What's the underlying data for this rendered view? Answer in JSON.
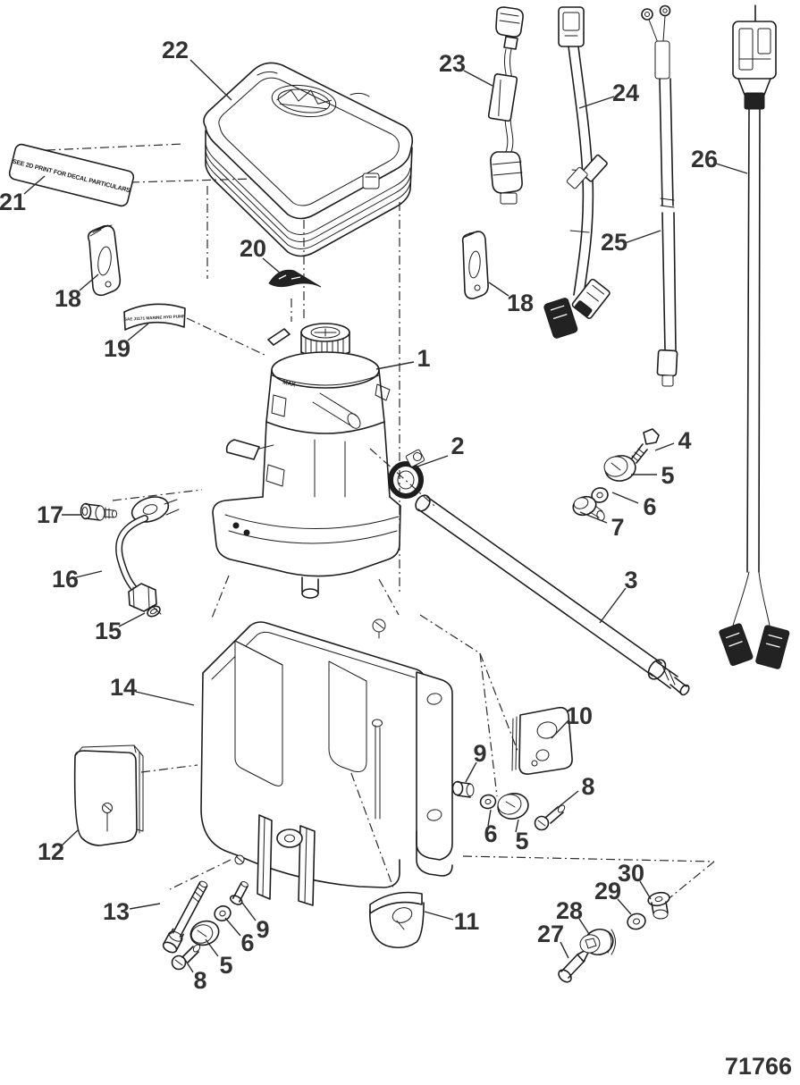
{
  "page": {
    "drawing_number": "71766",
    "background_color": "#ffffff",
    "line_color": "#1d1d1d",
    "callout_color": "#323232"
  },
  "labels": {
    "decal_plate": "SEE 2D PRINT FOR DECAL PARTICULARS",
    "pump_decal": "SAE J1171 MARINE HYD PUMP",
    "max_marking": "MAX"
  },
  "callouts": [
    {
      "n": "22"
    },
    {
      "n": "21"
    },
    {
      "n": "18"
    },
    {
      "n": "19"
    },
    {
      "n": "20"
    },
    {
      "n": "1"
    },
    {
      "n": "23"
    },
    {
      "n": "24"
    },
    {
      "n": "25"
    },
    {
      "n": "18"
    },
    {
      "n": "26"
    },
    {
      "n": "2"
    },
    {
      "n": "4"
    },
    {
      "n": "5"
    },
    {
      "n": "6"
    },
    {
      "n": "7"
    },
    {
      "n": "17"
    },
    {
      "n": "16"
    },
    {
      "n": "15"
    },
    {
      "n": "3"
    },
    {
      "n": "14"
    },
    {
      "n": "10"
    },
    {
      "n": "9"
    },
    {
      "n": "6"
    },
    {
      "n": "5"
    },
    {
      "n": "8"
    },
    {
      "n": "12"
    },
    {
      "n": "13"
    },
    {
      "n": "9"
    },
    {
      "n": "6"
    },
    {
      "n": "5"
    },
    {
      "n": "8"
    },
    {
      "n": "11"
    },
    {
      "n": "30"
    },
    {
      "n": "29"
    },
    {
      "n": "28"
    },
    {
      "n": "27"
    }
  ]
}
